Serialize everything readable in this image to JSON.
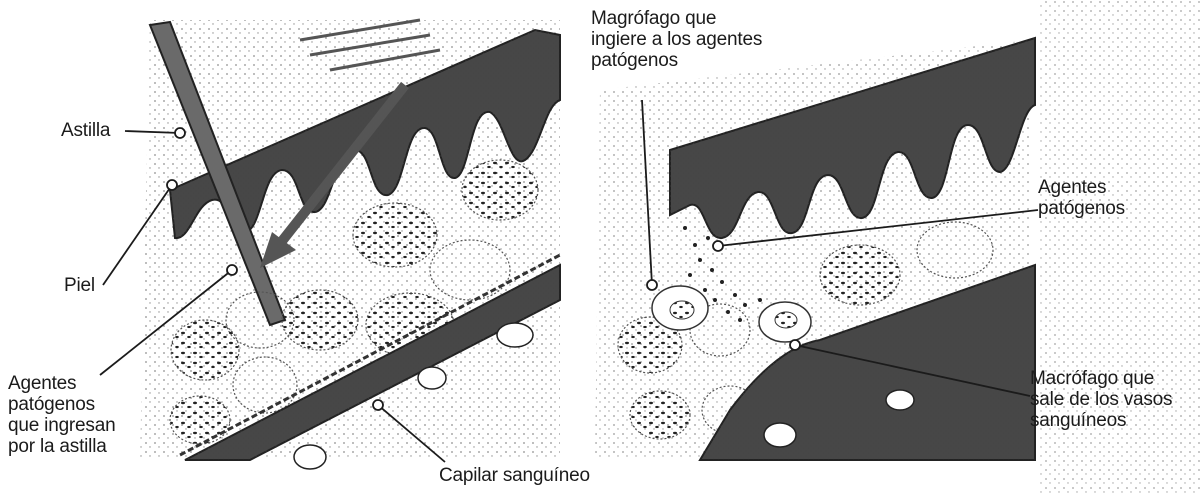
{
  "labels": {
    "astilla": "Astilla",
    "piel": "Piel",
    "agentes_ingresan": "Agentes\npatógenos\nque ingresan\npor la astilla",
    "capilar": "Capilar sanguíneo",
    "macrofago_ingiere": "Magrófago que\ningiere a los agentes\npatógenos",
    "agentes_patogenos": "Agentes\npatógenos",
    "macrofago_sale": "Macrófago que\nsale de los vasos\nsanguíneos"
  },
  "colors": {
    "ink": "#1b1b1b",
    "dark_fill": "#4a4a4a",
    "stipple": "#2a2a2a",
    "background": "#ffffff"
  }
}
